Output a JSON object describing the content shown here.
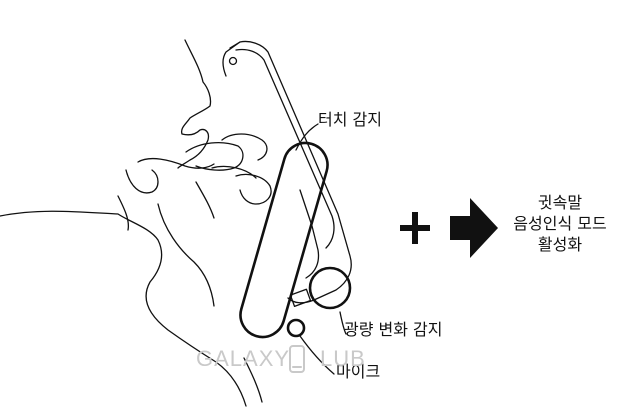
{
  "labels": {
    "touch": "터치 감지",
    "light": "광량 변화 감지",
    "mic": "마이크"
  },
  "result": {
    "line1": "귓속말",
    "line2": "음성인식 모드",
    "line3": "활성화"
  },
  "watermark": {
    "left": "GALAXY",
    "right": "LUB"
  },
  "colors": {
    "stroke": "#111111",
    "watermark": "#c9c9c9",
    "background": "#ffffff"
  }
}
